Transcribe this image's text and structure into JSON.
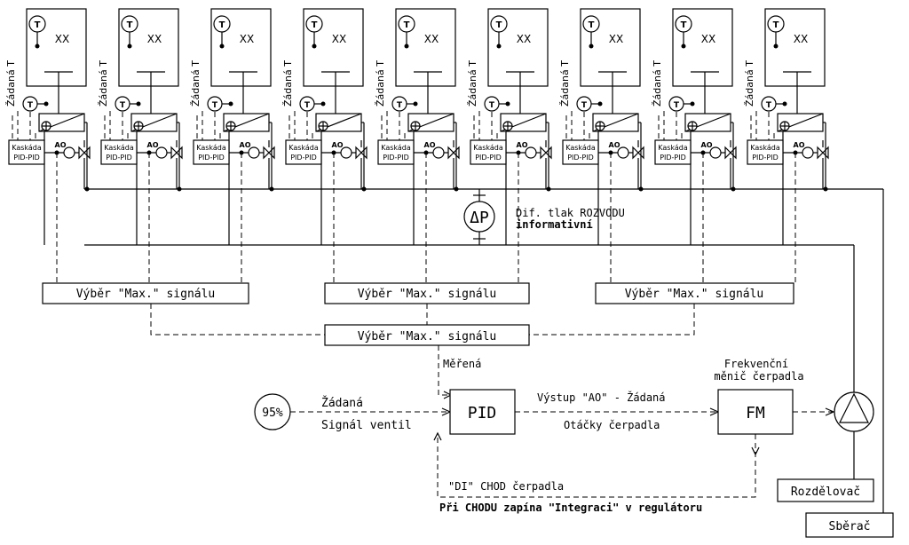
{
  "units": {
    "count": 9,
    "sensor_symbol": "T",
    "room_label": "XX",
    "setpoint_label": "Žádaná T",
    "cascade_line1": "Kaskáda",
    "cascade_line2": "PID-PID",
    "ao_label": "AO"
  },
  "dp": {
    "symbol": "ΔP",
    "label_line1": "Dif. tlak ROZVODU",
    "label_line2": "informativní"
  },
  "max_select": {
    "label": "Výběr \"Max.\" signálu"
  },
  "control": {
    "measured_label": "Měřená",
    "setpoint_value": "95%",
    "setpoint_label": "Žádaná",
    "signal_label": "Signál ventil",
    "pid_label": "PID",
    "output_label": "Výstup \"AO\" - Žádaná",
    "speed_label": "Otáčky čerpadla",
    "fm_label": "FM",
    "fm_desc_line1": "Frekvenční",
    "fm_desc_line2": "měnič čerpadla",
    "di_label": "\"DI\" CHOD čerpadla",
    "integration_note": "Při CHODU zapína \"Integraci\" v regulátoru"
  },
  "hydraulics": {
    "distributor_label": "Rozdělovač",
    "collector_label": "Sběrač"
  }
}
